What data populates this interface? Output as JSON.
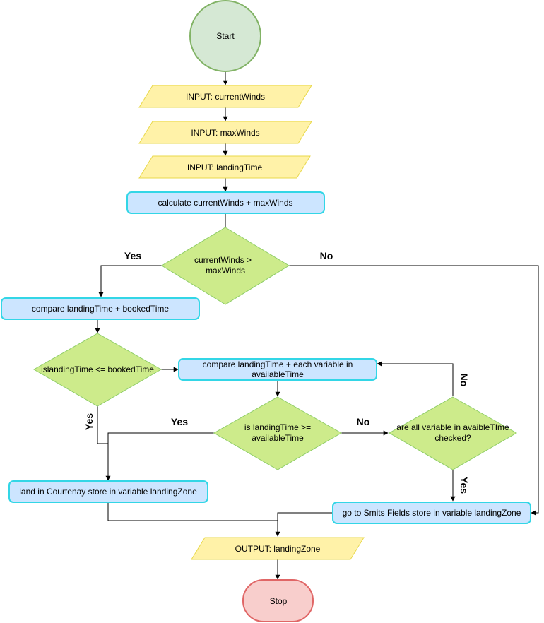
{
  "colors": {
    "start_fill": "#d5e8d4",
    "start_stroke": "#82b366",
    "io_fill": "#fff2a8",
    "io_stroke": "#e8d84a",
    "process_fill": "#cce5ff",
    "process_stroke": "#33d6e6",
    "decision_fill": "#cdeb8b",
    "decision_stroke": "#8fcd68",
    "stop_fill": "#f8cecc",
    "stop_stroke": "#e06666"
  },
  "nodes": {
    "start": "Start",
    "input_current_winds": "INPUT: currentWinds",
    "input_max_winds": "INPUT: maxWinds",
    "input_landing_time": "INPUT: landingTime",
    "calc_winds": "calculate currentWinds + maxWinds",
    "decision_winds_line1": "currentWinds >=",
    "decision_winds_line2": "maxWinds",
    "compare_booked": "compare landingTime + bookedTime",
    "decision_booked": "islandingTime <= bookedTime",
    "compare_available_line1": "compare landingTime + each variable in",
    "compare_available_line2": "availableTime",
    "decision_available_line1": "is landingTime >=",
    "decision_available_line2": "availableTime",
    "decision_checked_line1": "are all variable in avaibleTIme",
    "decision_checked_line2": "checked?",
    "land_courtenay": "land in Courtenay store in variable landingZone",
    "smits_fields": "go to Smits Fields store in variable landingZone",
    "output_landing_zone": "OUTPUT: landingZone",
    "stop": "Stop"
  },
  "edge_labels": {
    "winds_yes": "Yes",
    "winds_no": "No",
    "booked_yes": "Yes",
    "available_yes": "Yes",
    "available_no": "No",
    "checked_no": "No",
    "checked_yes": "Yes"
  }
}
